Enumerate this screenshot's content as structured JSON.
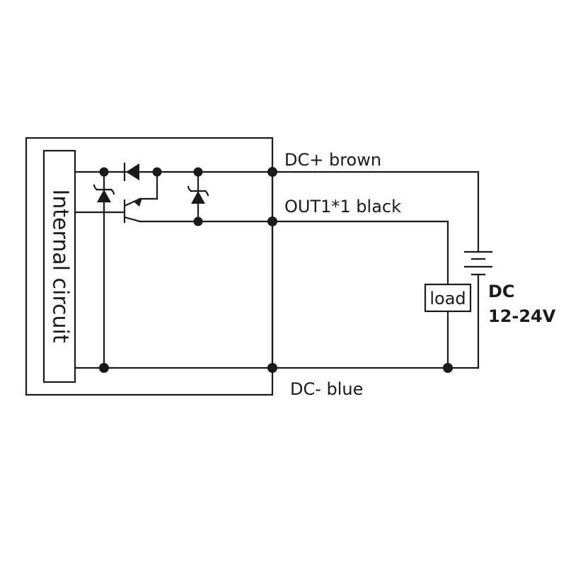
{
  "diagram": {
    "internal_label": "Internal circuit",
    "terminals": {
      "dc_plus": "DC+ brown",
      "out1": "OUT1*1 black",
      "dc_minus": "DC- blue"
    },
    "load_label": "load",
    "supply": {
      "line1": "DC",
      "line2": "12-24V"
    }
  }
}
